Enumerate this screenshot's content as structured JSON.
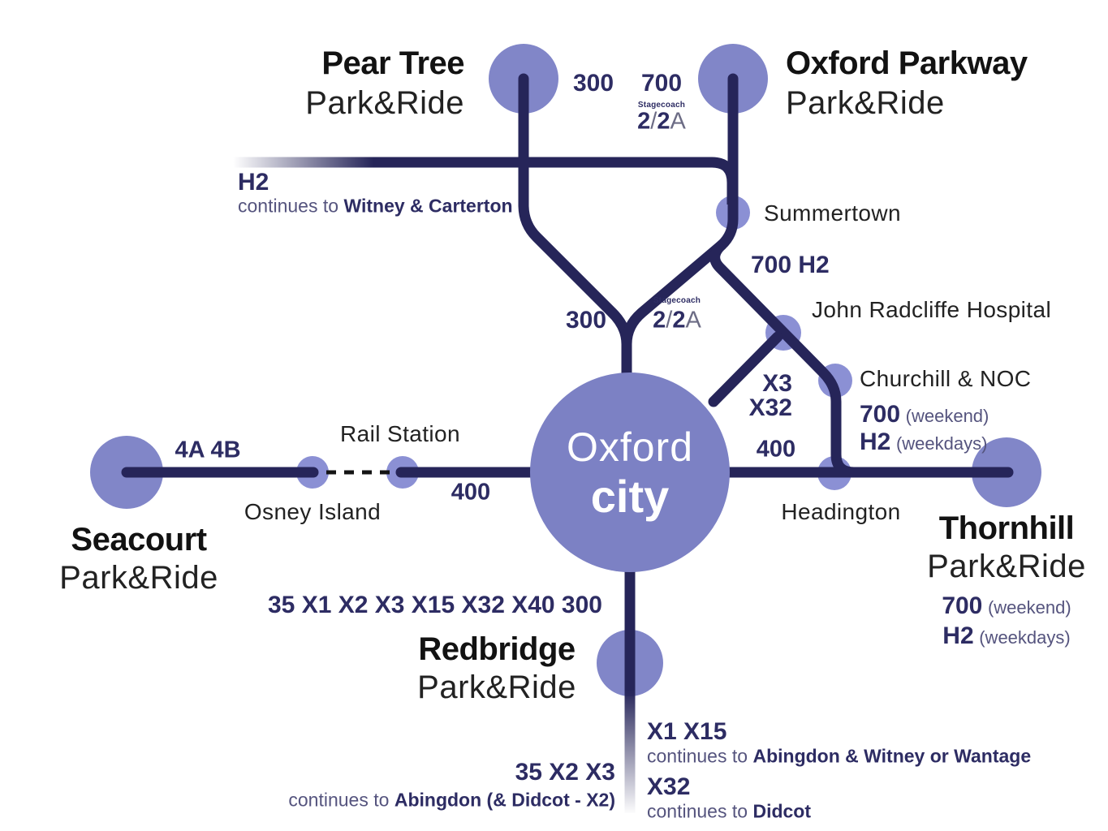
{
  "colors": {
    "line_navy": "#262559",
    "route_label_navy": "#2d2c63",
    "continues_text_navy": "#55547e",
    "station_text_black": "#222222",
    "park_ride_circle_purple": "#8186c8",
    "stop_node_purple": "#8b90d4",
    "city_circle_purple": "#7c81c4"
  },
  "city_circle": {
    "line1": "Oxford",
    "line2": "city"
  },
  "park_rides": {
    "pear_tree": {
      "name": "Pear Tree",
      "type": "Park&Ride"
    },
    "oxford_parkway": {
      "name": "Oxford Parkway",
      "type": "Park&Ride"
    },
    "seacourt": {
      "name": "Seacourt",
      "type": "Park&Ride"
    },
    "redbridge": {
      "name": "Redbridge",
      "type": "Park&Ride"
    },
    "thornhill": {
      "name": "Thornhill",
      "type": "Park&Ride",
      "weekend_route": "700",
      "weekend_note": "(weekend)",
      "weekday_route": "H2",
      "weekday_note": "(weekdays)"
    }
  },
  "stops": {
    "summertown": "Summertown",
    "john_radcliffe": "John Radcliffe Hospital",
    "churchill_noc": "Churchill & NOC",
    "rail_station": "Rail Station",
    "osney_island": "Osney Island",
    "headington": "Headington"
  },
  "stagecoach_2_2a": {
    "operator": "Stagecoach",
    "bold_left": "2",
    "slash": "/",
    "bold_right": "2",
    "light": "A"
  },
  "route_labels": {
    "top_300": "300",
    "top_700": "700",
    "mid_300": "300",
    "summertown_routes": "700 H2",
    "x3": "X3",
    "x32": "X32",
    "seacourt_routes": "4A 4B",
    "west_400": "400",
    "east_400": "400",
    "churchill": {
      "weekend_route": "700",
      "weekend_note": "(weekend)",
      "weekday_route": "H2",
      "weekday_note": "(weekdays)"
    },
    "redbridge_routes": "35 X1 X2 X3 X15 X32 X40 300"
  },
  "continuations": {
    "h2": {
      "routes": "H2",
      "prefix": "continues to",
      "destination": "Witney & Carterton"
    },
    "x1_x15": {
      "routes": "X1 X15",
      "prefix": "continues to",
      "destination": "Abingdon & Witney or Wantage"
    },
    "x32": {
      "routes": "X32",
      "prefix": "continues to",
      "destination": "Didcot"
    },
    "r35_x2_x3": {
      "routes": "35 X2 X3",
      "prefix": "continues to",
      "destination": "Abingdon (& Didcot - X2)"
    }
  }
}
